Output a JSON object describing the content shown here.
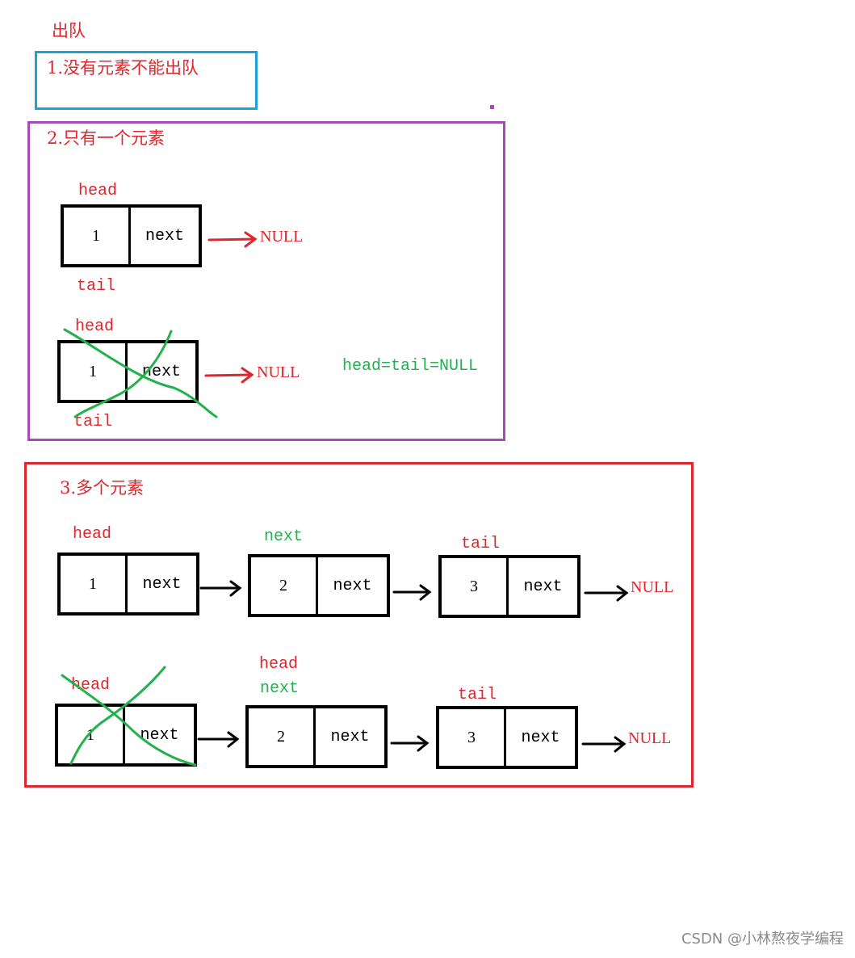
{
  "page_title": "出队",
  "sections": {
    "case1": {
      "title": "1.没有元素不能出队"
    },
    "case2": {
      "title": "2.只有一个元素",
      "before": {
        "head": "head",
        "tail": "tail",
        "value": "1",
        "next": "next",
        "null": "NULL"
      },
      "after": {
        "head": "head",
        "tail": "tail",
        "value": "1",
        "next": "next",
        "null": "NULL",
        "note": "head=tail=NULL"
      }
    },
    "case3": {
      "title": "3.多个元素",
      "before": {
        "head": "head",
        "next_label": "next",
        "tail": "tail",
        "nodes": [
          {
            "value": "1",
            "next": "next"
          },
          {
            "value": "2",
            "next": "next"
          },
          {
            "value": "3",
            "next": "next"
          }
        ],
        "null": "NULL"
      },
      "after": {
        "head_old": "head",
        "head_new": "head",
        "next_label": "next",
        "tail": "tail",
        "nodes": [
          {
            "value": "1",
            "next": "next"
          },
          {
            "value": "2",
            "next": "next"
          },
          {
            "value": "3",
            "next": "next"
          }
        ],
        "null": "NULL"
      }
    }
  },
  "watermark": "CSDN @小林熬夜学编程",
  "colors": {
    "red": "#e0262c",
    "green": "#22b14c",
    "blue": "#1ea0dc",
    "purple": "#a24cb4"
  }
}
